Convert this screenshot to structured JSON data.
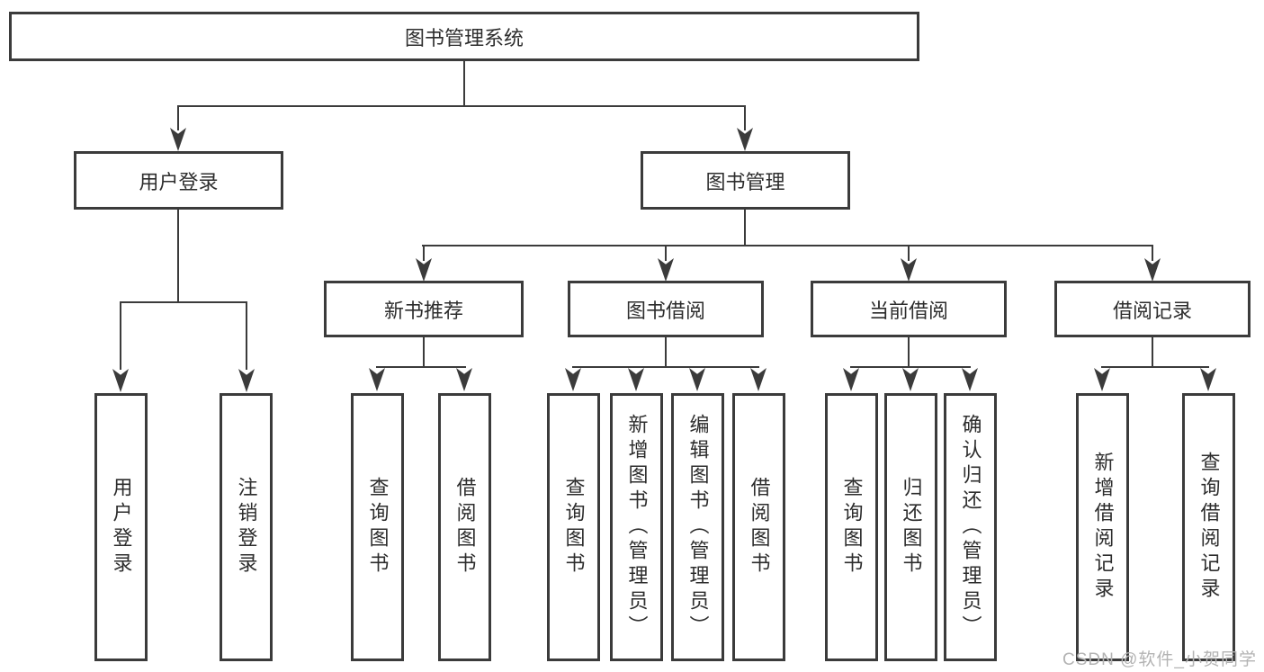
{
  "diagram_type": "hierarchy-tree",
  "watermark": "CSDN @软件_小贺同学",
  "colors": {
    "background": "#ffffff",
    "box_border": "#3b3b3b",
    "connector": "#3b3b3b",
    "text": "#2d2d2d",
    "watermark": "#b3b3b3"
  },
  "tree": {
    "label": "图书管理系统",
    "children": [
      {
        "label": "用户登录",
        "children": [
          {
            "label": "用户登录"
          },
          {
            "label": "注销登录"
          }
        ]
      },
      {
        "label": "图书管理",
        "children": [
          {
            "label": "新书推荐",
            "children": [
              {
                "label": "查询图书"
              },
              {
                "label": "借阅图书"
              }
            ]
          },
          {
            "label": "图书借阅",
            "children": [
              {
                "label": "查询图书"
              },
              {
                "label": "新增图书（管理员）"
              },
              {
                "label": "编辑图书（管理员）"
              },
              {
                "label": "借阅图书"
              }
            ]
          },
          {
            "label": "当前借阅",
            "children": [
              {
                "label": "查询图书"
              },
              {
                "label": "归还图书"
              },
              {
                "label": "确认归还（管理员）"
              }
            ]
          },
          {
            "label": "借阅记录",
            "children": [
              {
                "label": "新增借阅记录"
              },
              {
                "label": "查询借阅记录"
              }
            ]
          }
        ]
      }
    ]
  }
}
